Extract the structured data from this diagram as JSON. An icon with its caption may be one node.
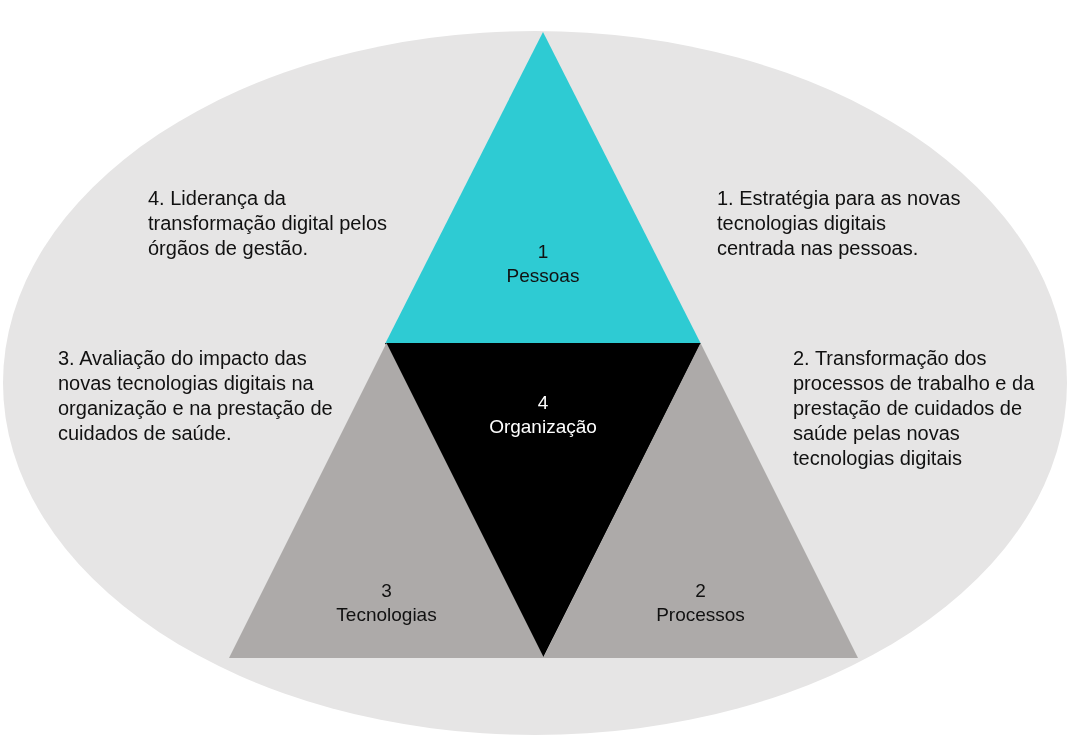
{
  "diagram": {
    "nodes": [
      {
        "text": [
          "1",
          "Pessoas"
        ]
      },
      {
        "text": [
          "4",
          "Organização"
        ]
      },
      {
        "text": [
          "3",
          "Tecnologias"
        ]
      },
      {
        "text": [
          "2",
          "Processos"
        ]
      }
    ],
    "labels": [
      "4. Liderança da transformação digital pelos órgãos de gestão.",
      "1. Estratégia para as novas tecnologias digitais centrada nas pessoas.",
      "3. Avaliação do impacto das novas tecnologias digitais na organização e na prestação de cuidados de saúde.",
      "2. Transformação dos processos de trabalho e da prestação de cuidados de saúde pelas novas tecnologias digitais"
    ]
  }
}
